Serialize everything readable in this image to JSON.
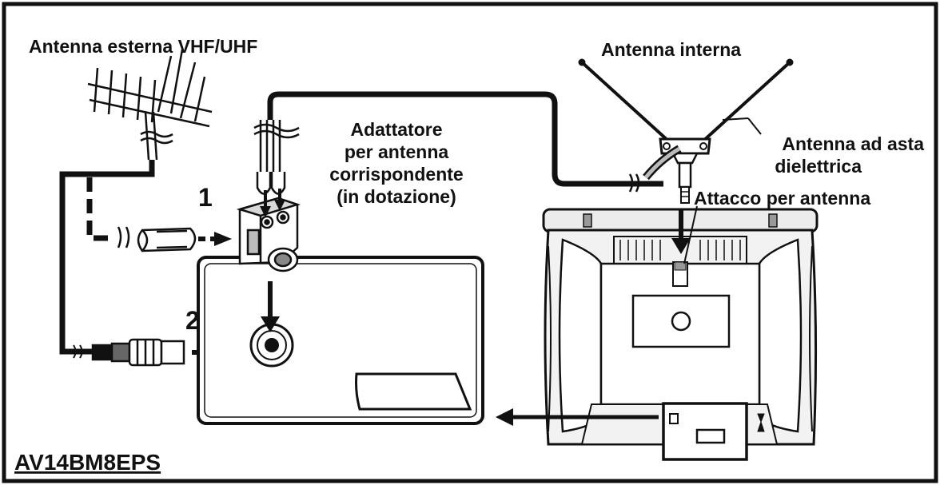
{
  "labels": {
    "antenna_external": "Antenna esterna VHF/UHF",
    "antenna_internal": "Antenna interna",
    "adapter_line1": "Adattatore",
    "adapter_line2": "per antenna",
    "adapter_line3": "corrispondente",
    "adapter_line4": "(in dotazione)",
    "rod_antenna_line1": "Antenna ad asta",
    "rod_antenna_line2": "dielettrica",
    "antenna_connector": "Attacco per antenna",
    "step1": "1",
    "step2": "2",
    "model": "AV14BM8EPS"
  },
  "colors": {
    "line": "#111111",
    "background": "#ffffff",
    "panel_fill": "#f2f2f2",
    "shade": "#bfbfbf"
  }
}
